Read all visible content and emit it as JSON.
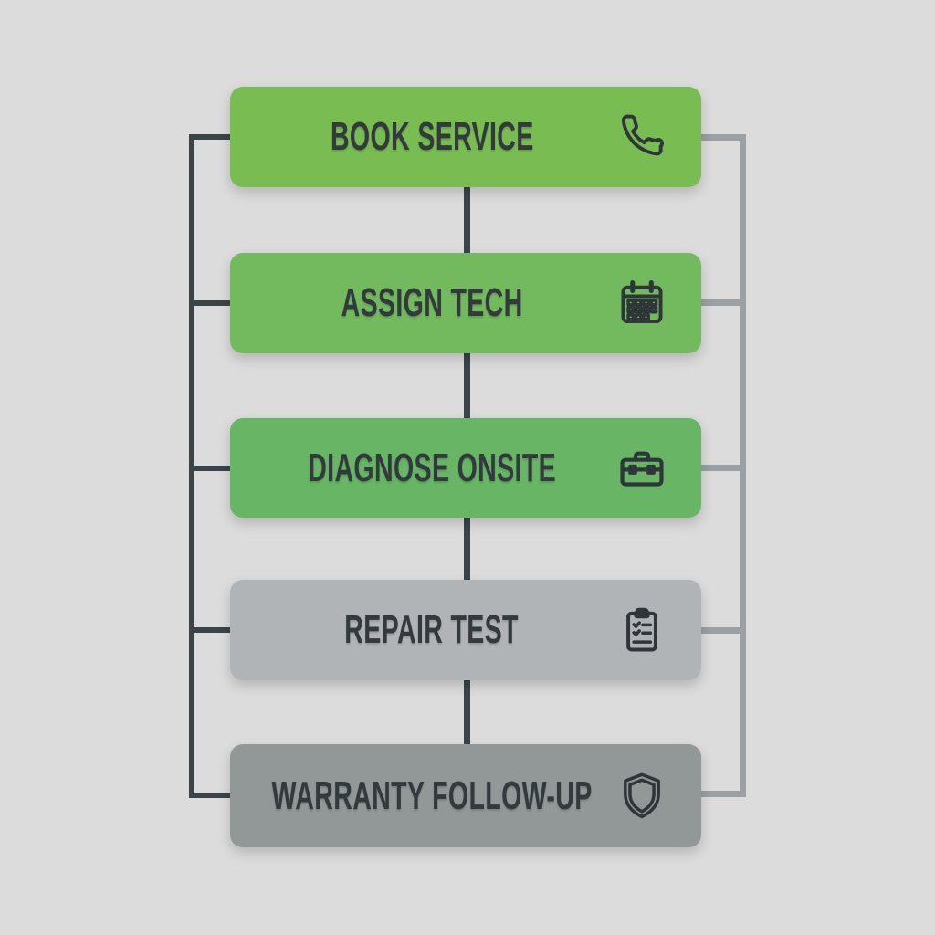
{
  "diagram": {
    "type": "flowchart",
    "orientation": "vertical",
    "steps": [
      {
        "label": "BOOK SERVICE",
        "icon": "phone-icon",
        "color": "#79bd52"
      },
      {
        "label": "ASSIGN TECH",
        "icon": "calendar-icon",
        "color": "#73ba5f"
      },
      {
        "label": "DIAGNOSE ONSITE",
        "icon": "toolbox-icon",
        "color": "#68b566"
      },
      {
        "label": "REPAIR TEST",
        "icon": "clipboard-icon",
        "color": "#b1b4b6"
      },
      {
        "label": "WARRANTY FOLLOW-UP",
        "icon": "shield-icon",
        "color": "#929798"
      }
    ],
    "colors": {
      "background": "#dcdcdc",
      "connector_dark": "#3a4449",
      "connector_right": "#9ba0a4",
      "label_text": "#333a3d",
      "icon_stroke": "#2f363a"
    }
  }
}
